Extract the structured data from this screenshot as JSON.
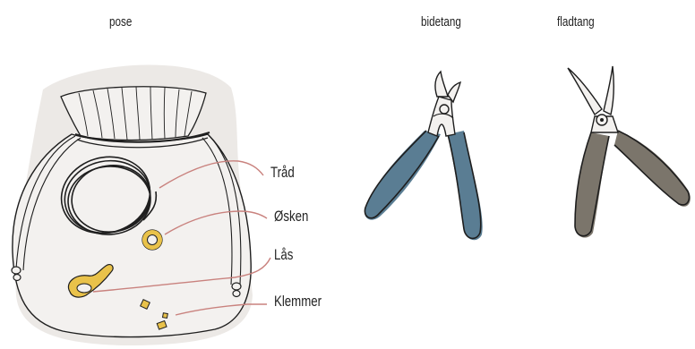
{
  "headings": {
    "pose": "pose",
    "bidetang": "bidetang",
    "fladtang": "fladtang"
  },
  "callouts": [
    {
      "label": "Tråd"
    },
    {
      "label": "Øsken"
    },
    {
      "label": "Lås"
    },
    {
      "label": "Klemmer"
    }
  ],
  "colors": {
    "bag_fill": "#f3f1ef",
    "bag_bg": "#ece9e6",
    "leader": "#c9827e",
    "gold": "#e9c24a",
    "bidetang_handle": "#5a7d93",
    "fladtang_handle": "#7b756b",
    "ink": "#1e1e1e"
  },
  "icons": {
    "bag": "drawstring-pouch-icon",
    "bidetang": "side-cutter-pliers-icon",
    "fladtang": "flat-nose-pliers-icon"
  }
}
